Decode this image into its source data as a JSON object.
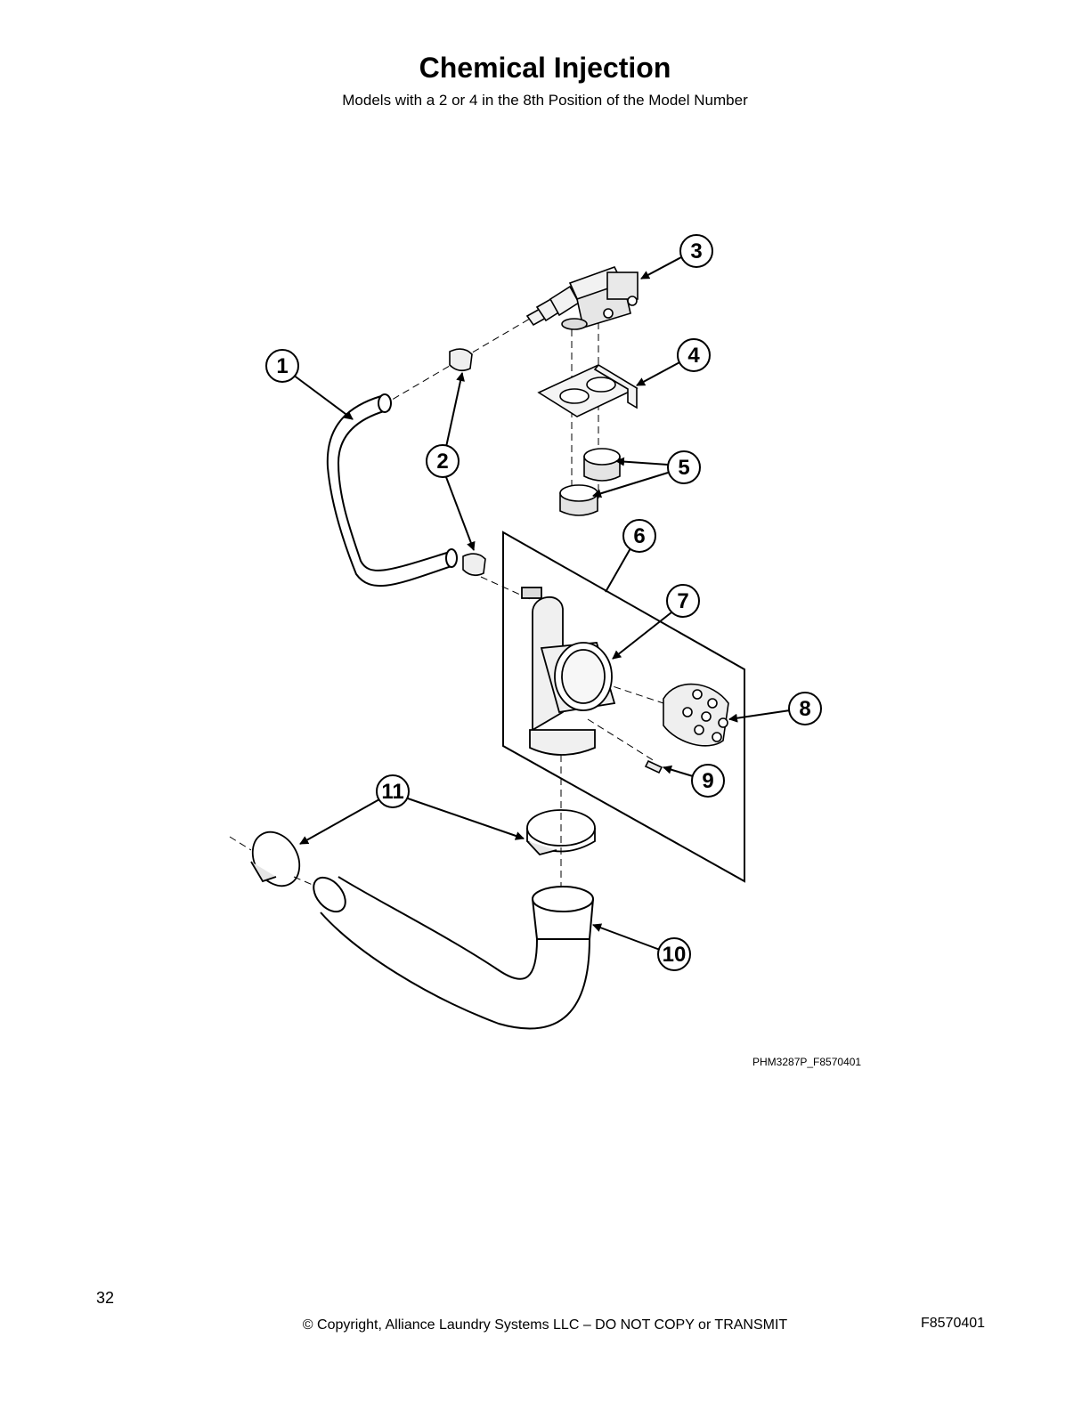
{
  "page": {
    "title": "Chemical Injection",
    "subtitle": "Models with a 2 or 4 in the 8th Position of the Model Number",
    "drawing_code": "PHM3287P_F8570401",
    "page_number": "32",
    "copyright": "© Copyright, Alliance Laundry Systems LLC – DO NOT COPY or TRANSMIT",
    "doc_code": "F8570401"
  },
  "callouts": [
    "1",
    "2",
    "3",
    "4",
    "5",
    "6",
    "7",
    "8",
    "9",
    "10",
    "11"
  ]
}
